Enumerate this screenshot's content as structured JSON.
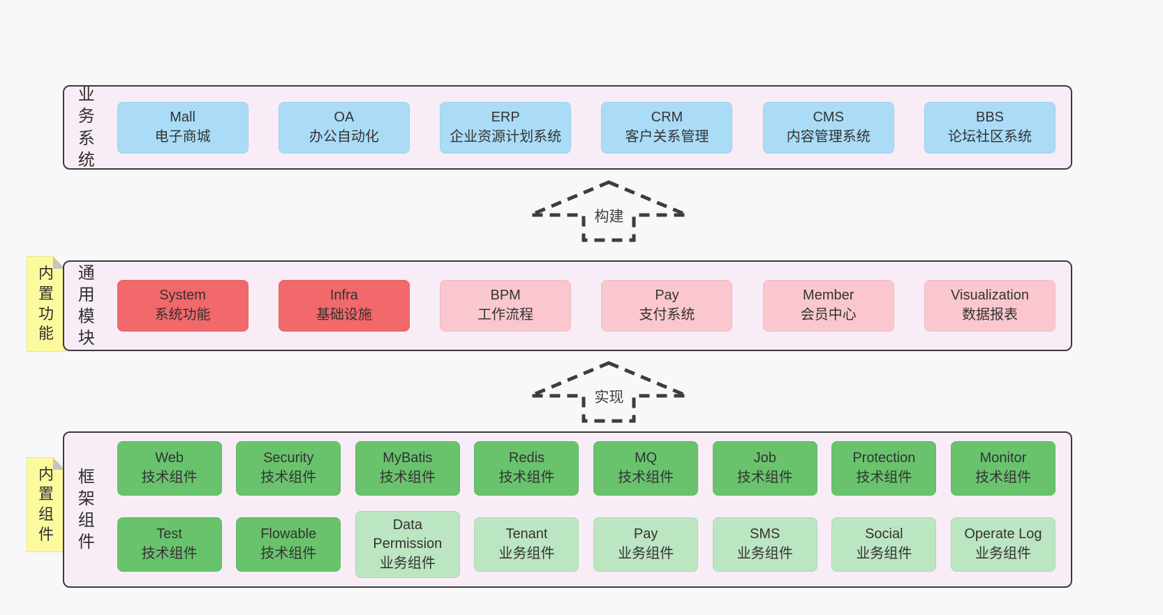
{
  "colors": {
    "page_bg": "#f8f8f8",
    "band_bg": "#f8edf6",
    "band_border": "#3a3a3a",
    "blue_box": "#aadcf7",
    "red_box": "#f1696b",
    "pink_box": "#fbc7ce",
    "green_box": "#69c36d",
    "lightgreen_box": "#bce5c1",
    "sticky_bg": "#fcfa9d",
    "arrow_stroke": "#3d3d3d"
  },
  "arrows": [
    {
      "label": "构建"
    },
    {
      "label": "实现"
    }
  ],
  "bands": [
    {
      "label": "业务系统",
      "boxes": [
        {
          "title": "Mall",
          "subtitle": "电子商城"
        },
        {
          "title": "OA",
          "subtitle": "办公自动化"
        },
        {
          "title": "ERP",
          "subtitle": "企业资源计划系统"
        },
        {
          "title": "CRM",
          "subtitle": "客户关系管理"
        },
        {
          "title": "CMS",
          "subtitle": "内容管理系统"
        },
        {
          "title": "BBS",
          "subtitle": "论坛社区系统"
        }
      ]
    },
    {
      "label": "通用模块",
      "sticky": "内置功能",
      "boxes": [
        {
          "title": "System",
          "subtitle": "系统功能"
        },
        {
          "title": "Infra",
          "subtitle": "基础设施"
        },
        {
          "title": "BPM",
          "subtitle": "工作流程"
        },
        {
          "title": "Pay",
          "subtitle": "支付系统"
        },
        {
          "title": "Member",
          "subtitle": "会员中心"
        },
        {
          "title": "Visualization",
          "subtitle": "数据报表"
        }
      ]
    },
    {
      "label": "框架组件",
      "sticky": "内置组件",
      "rows": [
        [
          {
            "title": "Web",
            "subtitle": "技术组件"
          },
          {
            "title": "Security",
            "subtitle": "技术组件"
          },
          {
            "title": "MyBatis",
            "subtitle": "技术组件"
          },
          {
            "title": "Redis",
            "subtitle": "技术组件"
          },
          {
            "title": "MQ",
            "subtitle": "技术组件"
          },
          {
            "title": "Job",
            "subtitle": "技术组件"
          },
          {
            "title": "Protection",
            "subtitle": "技术组件"
          },
          {
            "title": "Monitor",
            "subtitle": "技术组件"
          }
        ],
        [
          {
            "title": "Test",
            "subtitle": "技术组件"
          },
          {
            "title": "Flowable",
            "subtitle": "技术组件"
          },
          {
            "title": "Data Permission",
            "subtitle": "业务组件"
          },
          {
            "title": "Tenant",
            "subtitle": "业务组件"
          },
          {
            "title": "Pay",
            "subtitle": "业务组件"
          },
          {
            "title": "SMS",
            "subtitle": "业务组件"
          },
          {
            "title": "Social",
            "subtitle": "业务组件"
          },
          {
            "title": "Operate Log",
            "subtitle": "业务组件"
          }
        ]
      ]
    }
  ]
}
